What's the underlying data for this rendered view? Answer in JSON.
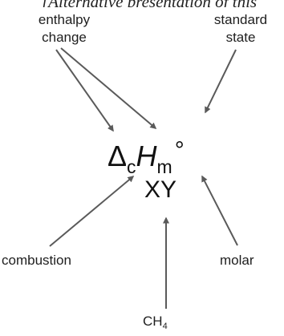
{
  "header": {
    "clipped_text": "[Alternative presentation of this"
  },
  "labels": {
    "enthalpy_line1": "enthalpy",
    "enthalpy_line2": "change",
    "standard_line1": "standard",
    "standard_line2": "state",
    "combustion": "combustion",
    "molar": "molar",
    "ch4_base": "CH",
    "ch4_sub": "4"
  },
  "symbol": {
    "delta": "Δ",
    "delta_sub": "c",
    "main": "H",
    "main_sub": "m",
    "superscript": "°",
    "formula": "XY"
  },
  "colors": {
    "arrow": "#5a5a5a",
    "text": "#1a1a1a"
  }
}
